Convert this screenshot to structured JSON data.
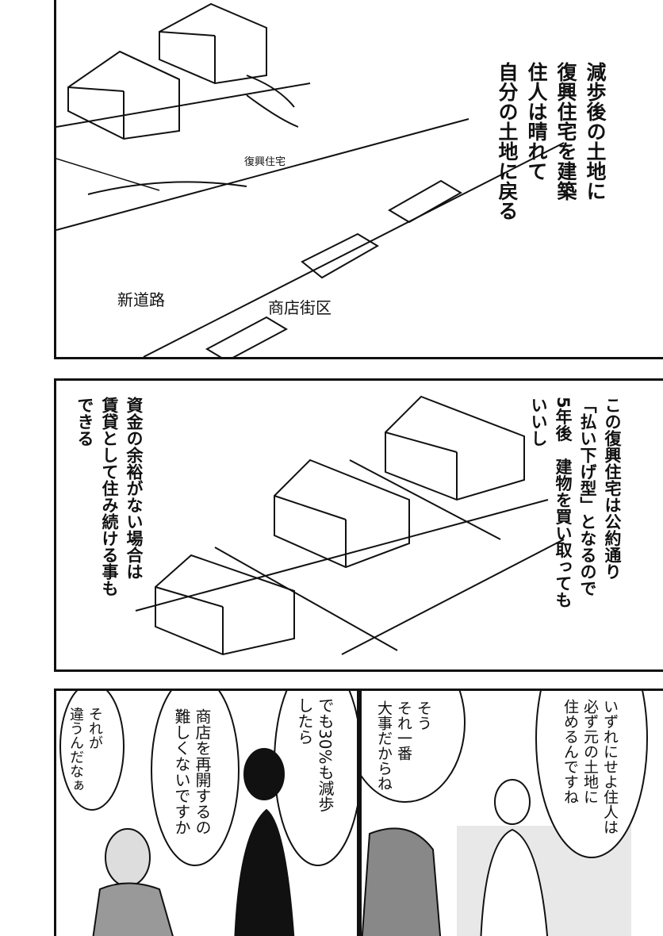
{
  "panel1": {
    "caption": "減歩後の土地に\n復興住宅を建築\n住人は晴れて\n自分の土地に戻る",
    "label_housing": "復興住宅",
    "label_new_road": "新道路",
    "label_shopping_district": "商店街区"
  },
  "panel2": {
    "caption_right": "この復興住宅は公約通り\n「払い下げ型」となるので\n5年後　建物を買い取っても\nいいし",
    "caption_left": "資金の余裕がない場合は\n賃貸として住み続ける事も\nできる"
  },
  "panel3": {
    "bubble_old_man": "それが\n違うんだなぁ",
    "bubble_woman_glasses": "商店を再開するの\n難しくないですか",
    "bubble_reduction": "でも30%も減歩\nしたら"
  },
  "panel4": {
    "bubble_man": "そう\nそれ一番\n大事だからね",
    "bubble_woman": "いずれにせよ住人は\n必ず元の土地に\n住めるんですね"
  }
}
